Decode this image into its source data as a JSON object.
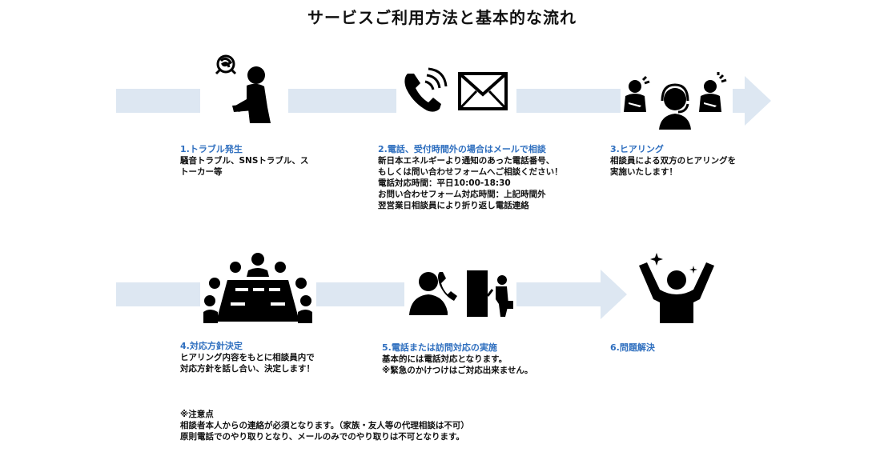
{
  "title": "サービスご利用方法と基本的な流れ",
  "colors": {
    "arrow": "#dde7f2",
    "step_title": "#2f6fbf",
    "icon": "#000000"
  },
  "steps": [
    {
      "title": "1.トラブル発生",
      "lines": [
        "騒音トラブル、SNSトラブル、ス",
        "トーカー等"
      ],
      "icon": "troubled-person-icon"
    },
    {
      "title": "2.電話、受付時間外の場合はメールで相談",
      "lines": [
        "新日本エネルギーより通知のあった電話番号、",
        "もしくは問い合わせフォームへご相談ください！",
        "電話対応時間：平日10:00-18:30",
        "お問い合わせフォーム対応時間：上記時間外",
        "翌営業日相談員により折り返し電話連絡"
      ],
      "icon": "phone-and-mail-icon"
    },
    {
      "title": "3.ヒアリング",
      "lines": [
        "相談員による双方のヒアリングを",
        "実施いたします！"
      ],
      "icon": "headset-operator-icon"
    },
    {
      "title": "4.対応方針決定",
      "lines": [
        "ヒアリング内容をもとに相談員内で",
        "対応方針を話し合い、決定します！"
      ],
      "icon": "meeting-table-icon"
    },
    {
      "title": "5.電話または訪問対応の実施",
      "lines": [
        "基本的には電話対応となります。",
        "※緊急のかけつけはご対応出来ません。"
      ],
      "icon": "phone-visit-icon"
    },
    {
      "title": "6.問題解決",
      "lines": [],
      "icon": "celebrating-person-icon"
    }
  ],
  "note": {
    "heading": "※注意点",
    "lines": [
      "相談者本人からの連絡が必須となります。（家族・友人等の代理相談は不可）",
      "原則電話でのやり取りとなり、メールのみでのやり取りは不可となります。"
    ]
  }
}
